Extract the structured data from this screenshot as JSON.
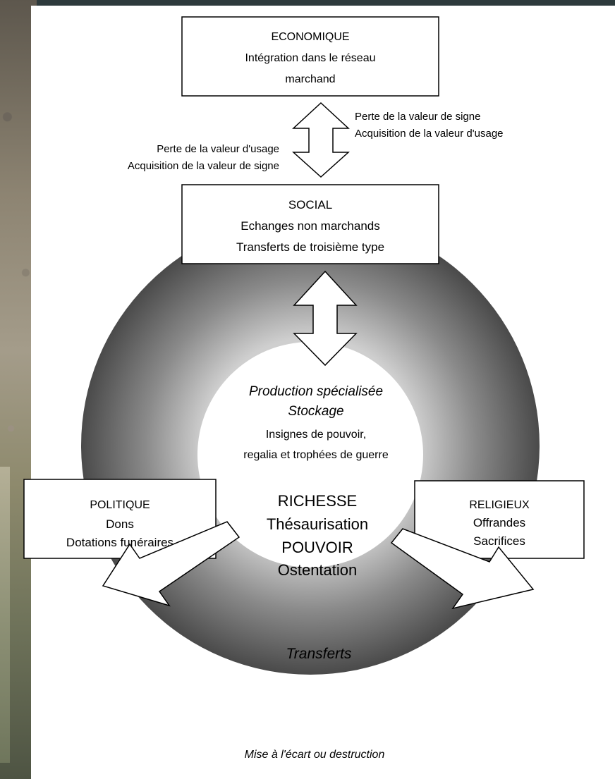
{
  "boxes": {
    "economique": {
      "title": "ECONOMIQUE",
      "line1": "Intégration dans le réseau",
      "line2": "marchand"
    },
    "social": {
      "title": "SOCIAL",
      "line1": "Echanges non marchands",
      "line2": "Transferts de troisième type"
    },
    "politique": {
      "title": "POLITIQUE",
      "line1": "Dons",
      "line2": "Dotations funéraires"
    },
    "religieux": {
      "title": "RELIGIEUX",
      "line1": "Offrandes",
      "line2": "Sacrifices"
    }
  },
  "arrow_labels": {
    "right_line1": "Perte de la valeur de signe",
    "right_line2": "Acquisition de la valeur d'usage",
    "left_line1": "Perte de la valeur d'usage",
    "left_line2": "Acquisition de la valeur de signe"
  },
  "center": {
    "line1": "Production spécialisée",
    "line2": "Stockage",
    "line3": "Insignes de pouvoir,",
    "line4": "regalia et trophées de guerre",
    "word1": "RICHESSE",
    "word2": "Thésaurisation",
    "word3": "POUVOIR",
    "word4": "Ostentation"
  },
  "ring_label": "Transferts",
  "footer": "Mise à l'écart ou destruction",
  "colors": {
    "ring_outer": "#4a4a4a",
    "ring_inner": "#d9d9d9",
    "stroke": "#000000",
    "background": "#2d3a3c"
  }
}
